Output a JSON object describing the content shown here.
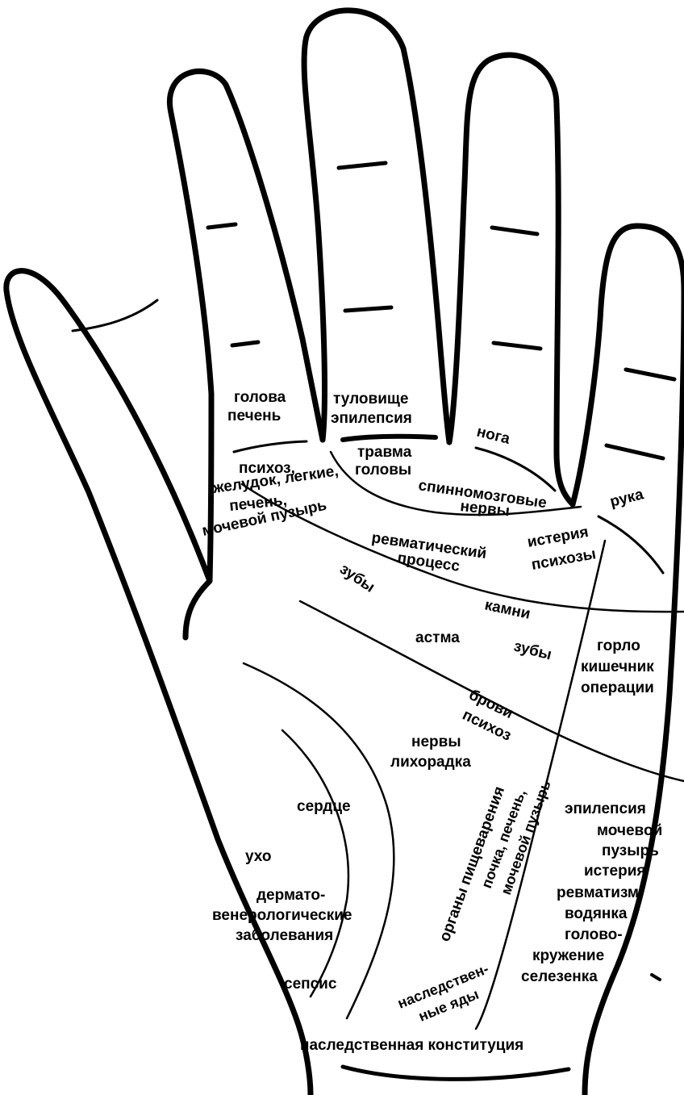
{
  "labels": {
    "golova_pechen_1": "голова",
    "golova_pechen_2": "печень",
    "tulovishche_1": "туловище",
    "tulovishche_2": "эпилепсия",
    "trauma_1": "травма",
    "trauma_2": "головы",
    "noga": "нога",
    "ruka": "рука",
    "psikhoz": "психоз,",
    "zheludok": "желудок, легкие,",
    "pechen": "печень,",
    "mochevoy": "мочевой пузырь",
    "spinnomozg_1": "спинномозговые",
    "spinnomozg_2": "нервы",
    "revmat_1": "ревматический",
    "revmat_2": "процесс",
    "isteria_1": "истерия",
    "isteria_2": "психозы",
    "zuby_1": "зубы",
    "kamni": "камни",
    "astma": "астма",
    "zuby_2": "зубы",
    "gorlo_1": "горло",
    "gorlo_2": "кишечник",
    "gorlo_3": "операции",
    "brovi": "брови",
    "psikhozy_2": "психоз",
    "nervy_1": "нервы",
    "nervy_2": "лихорадка",
    "serdtse": "сердце",
    "ukho": "ухо",
    "dermato_1": "дермато-",
    "dermato_2": "венерологические",
    "dermato_3": "заболевания",
    "sepsis": "сепсис",
    "organy": "органы пищеварения",
    "pochka_1": "почка, печень,",
    "pochka_2": "мочевой пузырь",
    "epi_1": "эпилепсия",
    "epi_2": "мочевой",
    "epi_3": "пузырь",
    "epi_4": "истерия",
    "epi_5": "ревматизм",
    "epi_6": "водянка",
    "epi_7": "голово-",
    "epi_8": "кружение",
    "epi_9": "селезенка",
    "nasled_1": "наследствен-",
    "nasled_2": "ные яды",
    "konstitutsiya": "наследственная конституция"
  }
}
